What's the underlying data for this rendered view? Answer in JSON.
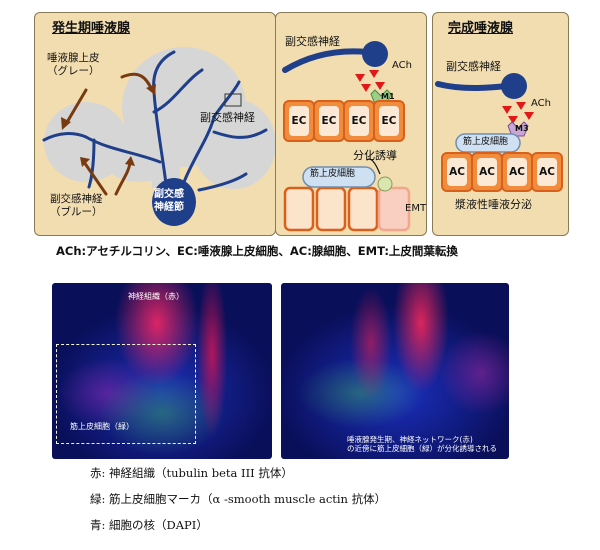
{
  "diagram": {
    "developing": {
      "title": "発生期唾液腺",
      "epithelium_label_line1": "唾液腺上皮",
      "epithelium_label_line2": "（グレー）",
      "nerve_label_line1": "副交感神経",
      "nerve_label_line2": "（ブルー）",
      "ganglion_line1": "副交感",
      "ganglion_line2": "神経節",
      "parasympathetic_label": "副交感神経"
    },
    "middle": {
      "nerve_label": "副交感神経",
      "ach": "ACh",
      "m1": "M1",
      "cells": [
        "EC",
        "EC",
        "EC",
        "EC"
      ],
      "induction": "分化誘導",
      "myo_label": "筋上皮細胞",
      "emt": "EMT"
    },
    "mature": {
      "title": "完成唾液腺",
      "nerve_label": "副交感神経",
      "ach": "ACh",
      "m3": "M3",
      "myo_label": "筋上皮細胞",
      "cells": [
        "AC",
        "AC",
        "AC",
        "AC"
      ],
      "secretion": "漿液性唾液分泌"
    },
    "legend": "ACh:アセチルコリン、EC:唾液腺上皮細胞、AC:腺細胞、EMT:上皮間葉転換"
  },
  "photos": {
    "left_top_label": "神経組織（赤）",
    "left_bottom_label": "筋上皮細胞（緑）",
    "right_caption_line1": "唾液腺発生期、神経ネットワーク(赤)",
    "right_caption_line2": "の近傍に筋上皮細胞（緑）が分化誘導される"
  },
  "captions": [
    "赤: 神経組織（tubulin beta III 抗体）",
    "緑: 筋上皮細胞マーカ（α -smooth muscle actin 抗体）",
    "青: 細胞の核（DAPI）"
  ],
  "colors": {
    "panel_bg": "#f2ddb0",
    "nerve": "#1f3f8a",
    "cell_border": "#d9601a",
    "ach_red": "#e01818",
    "arrow_brown": "#7a3a10"
  }
}
